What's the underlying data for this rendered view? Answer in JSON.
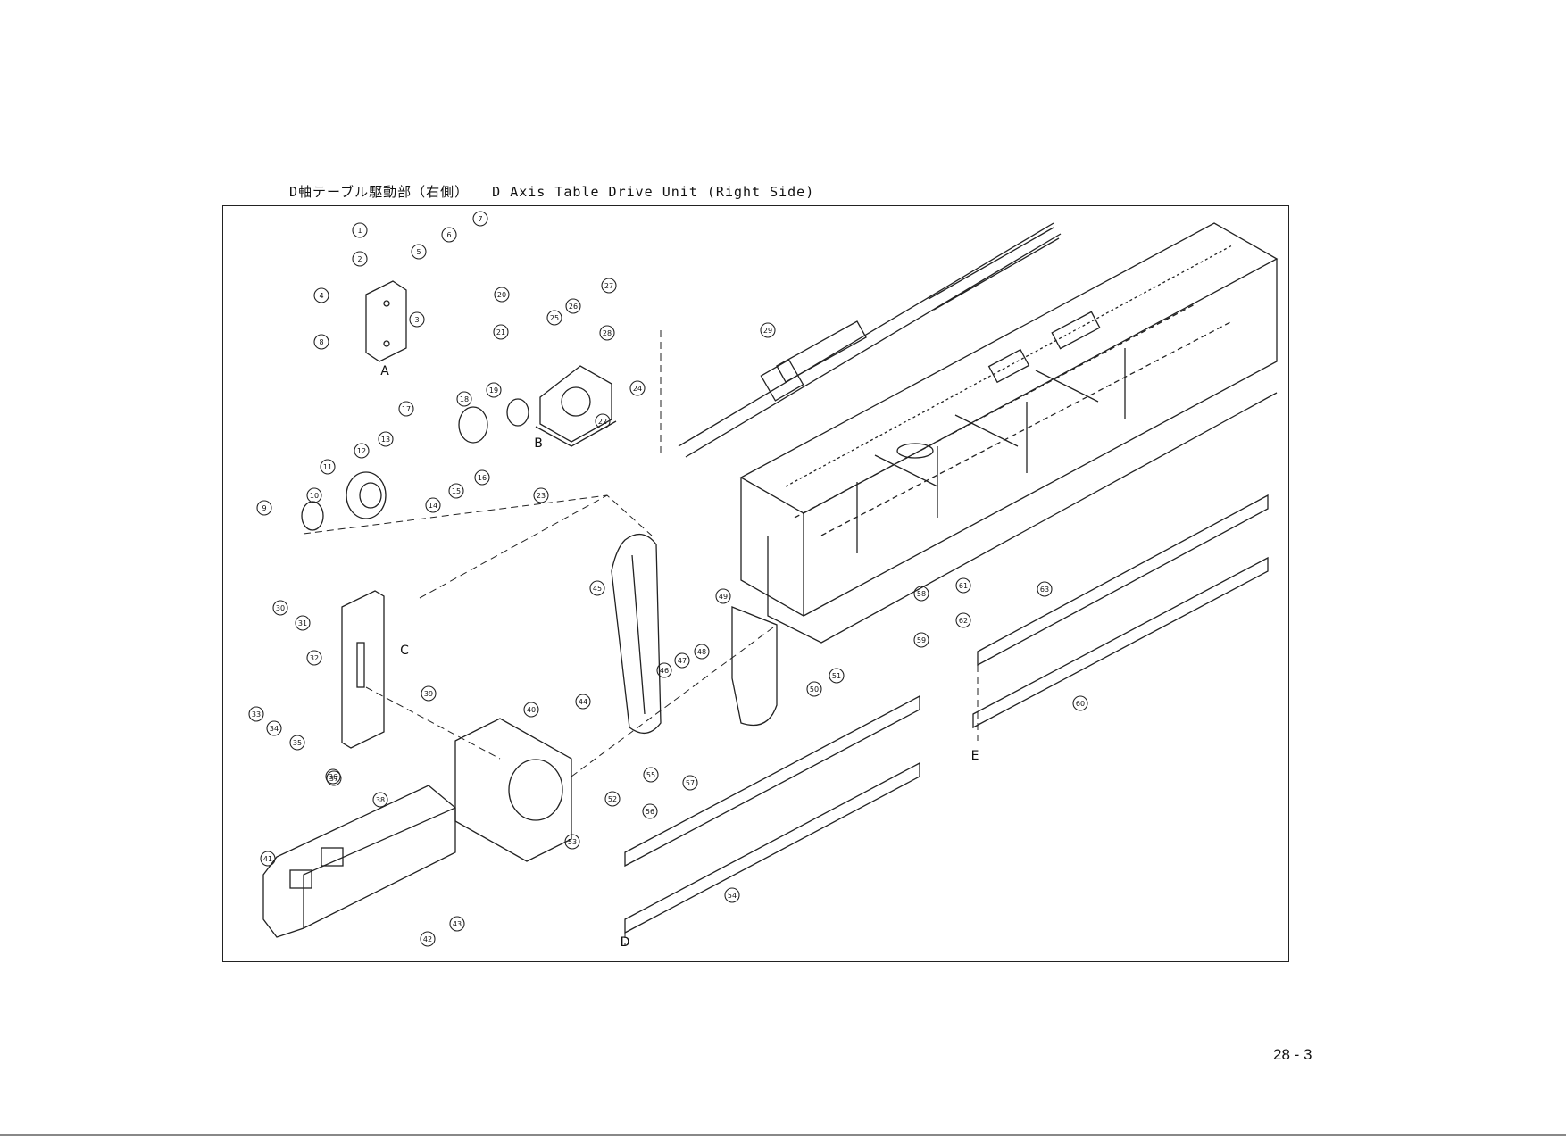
{
  "header": {
    "title_ja": "D軸テーブル駆動部（右側）",
    "title_en": "D Axis Table Drive Unit (Right Side)"
  },
  "diagram": {
    "type": "exploded-parts-diagram",
    "part_numbers": [
      "1",
      "2",
      "3",
      "4",
      "5",
      "6",
      "7",
      "8",
      "9",
      "10",
      "11",
      "12",
      "13",
      "14",
      "15",
      "16",
      "17",
      "18",
      "19",
      "20",
      "21",
      "22",
      "23",
      "24",
      "25",
      "26",
      "27",
      "28",
      "29",
      "30",
      "31",
      "32",
      "33",
      "34",
      "35",
      "36",
      "37",
      "38",
      "39",
      "40",
      "41",
      "42",
      "43",
      "44",
      "45",
      "46",
      "47",
      "48",
      "49",
      "50",
      "51",
      "52",
      "53",
      "54",
      "55",
      "56",
      "57",
      "58",
      "59",
      "60",
      "61",
      "62",
      "63"
    ],
    "reference_letters": [
      "A",
      "B",
      "C",
      "D",
      "E"
    ]
  },
  "footer": {
    "page_number": "28 - 3"
  }
}
